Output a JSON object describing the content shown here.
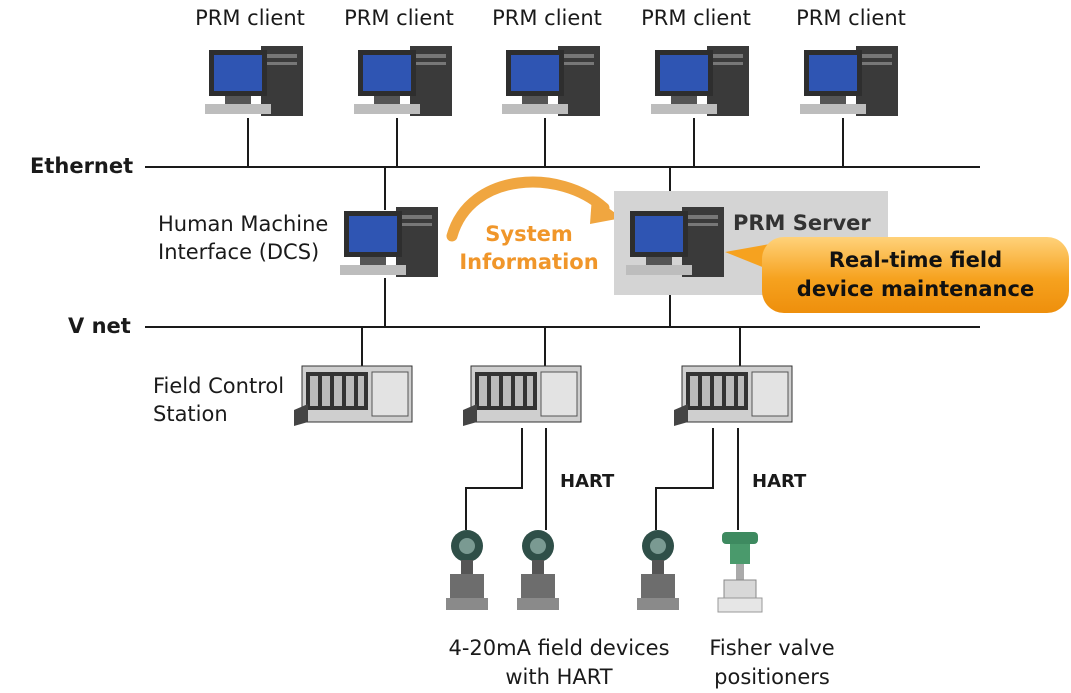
{
  "clients": [
    "PRM client",
    "PRM client",
    "PRM client",
    "PRM client",
    "PRM client"
  ],
  "networks": {
    "ethernet": "Ethernet",
    "vnet": "V net"
  },
  "hmi": {
    "line1": "Human Machine",
    "line2": "Interface (DCS)"
  },
  "system_info": {
    "line1": "System",
    "line2": "Information"
  },
  "server": {
    "label": "PRM Server"
  },
  "callout": {
    "line1": "Real-time field",
    "line2": "device maintenance"
  },
  "fcs": {
    "line1": "Field Control",
    "line2": "Station"
  },
  "hart_labels": [
    "HART",
    "HART"
  ],
  "devices": {
    "field_line1": "4-20mA field devices",
    "field_line2": "with HART",
    "valve_line1": "Fisher valve",
    "valve_line2": "positioners"
  },
  "colors": {
    "accent_orange": "#f0962a",
    "server_box": "#d4d4d4",
    "line": "#1a1a1a"
  }
}
